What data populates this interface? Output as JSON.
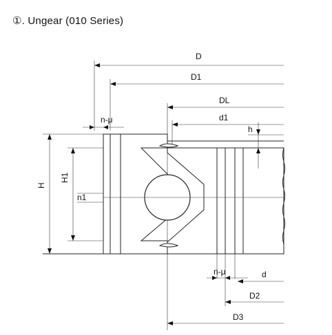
{
  "title": "①. Ungear (010 Series)",
  "dimensions": {
    "D": "D",
    "D1": "D1",
    "DL": "DL",
    "d1": "d1",
    "h": "h",
    "n_u_top": "n-μ",
    "H": "H",
    "H1": "H1",
    "n1": "n1",
    "n_u_bottom": "n-μ",
    "d": "d",
    "D2": "D2",
    "D3": "D3"
  }
}
